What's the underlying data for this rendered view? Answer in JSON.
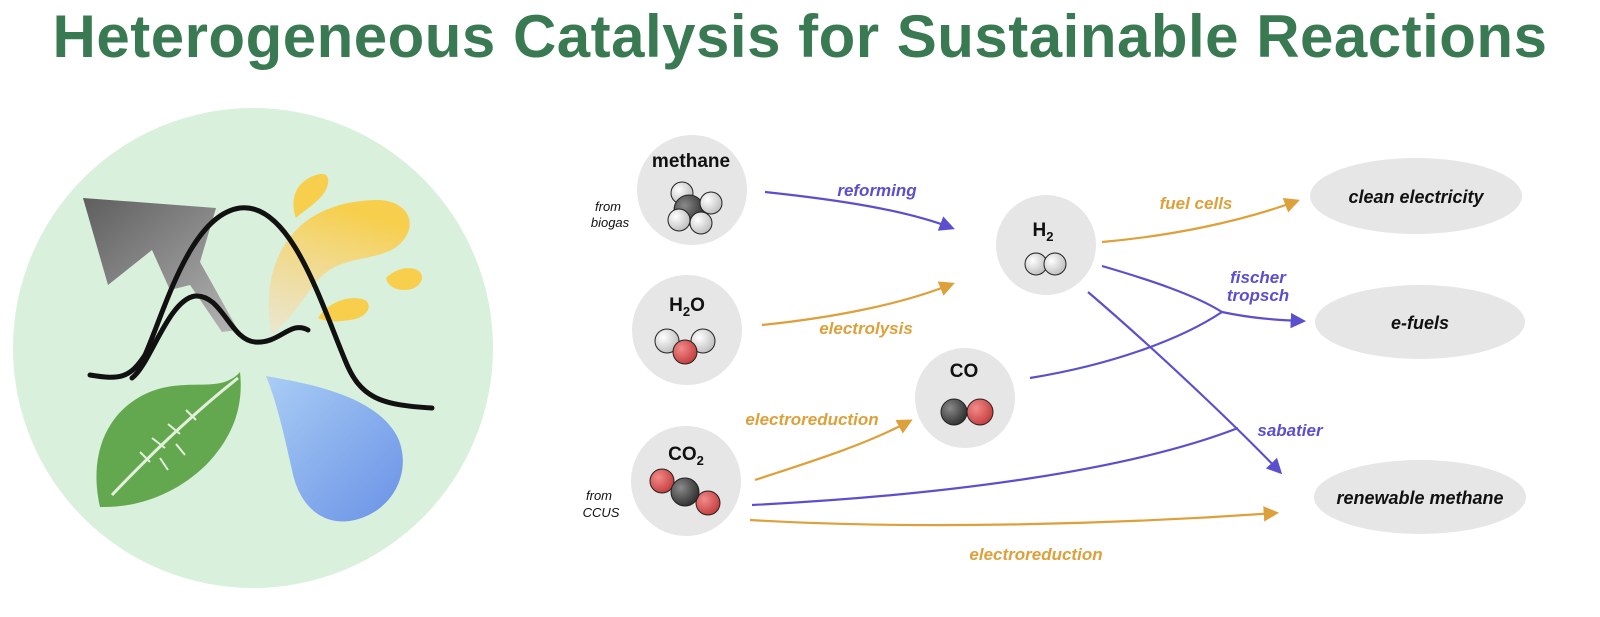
{
  "title": "Heterogeneous Catalysis for Sustainable Reactions",
  "colors": {
    "title": "#3a7a53",
    "purple_route": "#5b4fcf",
    "orange_route": "#dda03a",
    "node_bg": "#e6e6e6",
    "product_bg": "#e6e6e6",
    "circle_bg": "#d9f0dc"
  },
  "molecules": {
    "methane": "methane",
    "water_main": "H",
    "water_sub": "2",
    "water_tail": "O",
    "co2_main": "CO",
    "co2_sub": "2",
    "co": "CO",
    "h2_main": "H",
    "h2_sub": "2"
  },
  "sources": {
    "methane_line1": "from",
    "methane_line2": "biogas",
    "co2_line1": "from",
    "co2_line2": "CCUS"
  },
  "processes": {
    "reforming": "reforming",
    "electrolysis": "electrolysis",
    "electroreduction_co": "electroreduction",
    "electroreduction_methane": "electroreduction",
    "fuel_cells": "fuel cells",
    "fischer_line1": "fischer",
    "fischer_line2": "tropsch",
    "sabatier": "sabatier"
  },
  "products": {
    "clean_electricity": "clean electricity",
    "e_fuels": "e-fuels",
    "renewable_methane": "renewable methane"
  },
  "icons": [
    "catalysis-illustration-icon",
    "leaf-icon",
    "water-drop-icon",
    "lightning-icon",
    "flame-icon",
    "energy-curve-icon"
  ]
}
